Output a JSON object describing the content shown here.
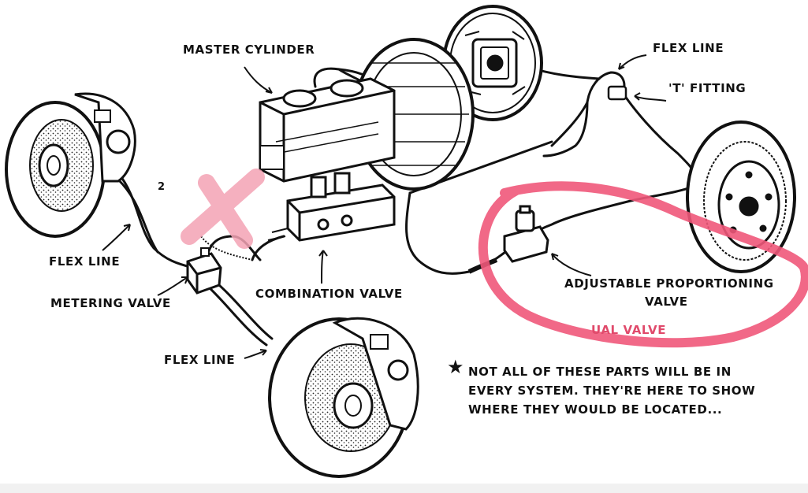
{
  "labels": {
    "master_cylinder": "MASTER CYLINDER",
    "flex_line_top_right": "FLEX LINE",
    "t_fitting": "'T' FITTING",
    "flex_line_left": "FLEX LINE",
    "metering_valve": "METERING VALVE",
    "combination_valve": "COMBINATION VALVE",
    "adjustable_proportioning_line1": "ADJUSTABLE PROPORTIONING",
    "adjustable_proportioning_line2": "VALVE",
    "dual_valve_partial": "UAL VALVE",
    "flex_line_bottom": "FLEX LINE",
    "stray_text": "2"
  },
  "note": {
    "symbol": "★",
    "line1": "NOT ALL OF THESE PARTS WILL BE IN",
    "line2": "EVERY SYSTEM. THEY'RE HERE TO SHOW",
    "line3": "WHERE THEY WOULD BE LOCATED..."
  },
  "colors": {
    "highlight_circle": "#f0587a",
    "redaction_x": "#f4a3b5",
    "ink": "#111111"
  }
}
